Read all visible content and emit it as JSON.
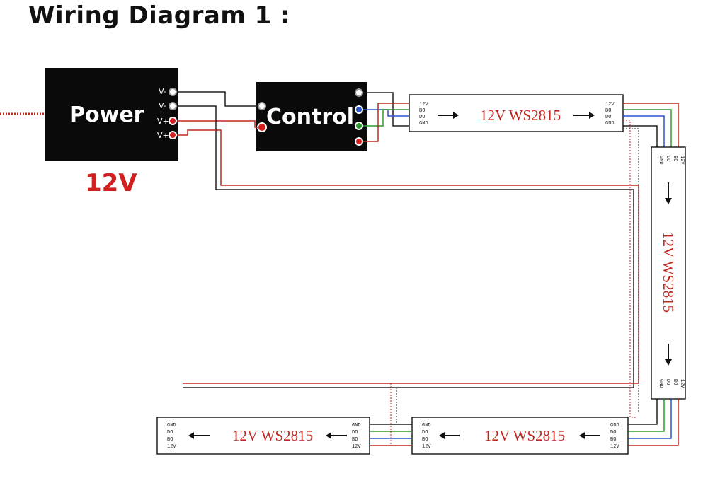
{
  "title": "Wiring Diagram 1 :",
  "power": {
    "label": "Power",
    "voltage": "12V",
    "pins": [
      "V-",
      "V-",
      "V+",
      "V+"
    ]
  },
  "control": {
    "label": "Control"
  },
  "strips": [
    {
      "name": "strip-top",
      "label": "12V WS2815",
      "pins_in": [
        "12V",
        "BO",
        "DO",
        "GND"
      ],
      "pins_out": [
        "12V",
        "BO",
        "DO",
        "GND"
      ]
    },
    {
      "name": "strip-right",
      "label": "12V WS2815",
      "pins_in": [
        "GND",
        "DO",
        "BO",
        "12V"
      ],
      "pins_out": [
        "GND",
        "DO",
        "BO",
        "12V"
      ]
    },
    {
      "name": "strip-bottom-right",
      "label": "12V WS2815",
      "pins_in": [
        "GND",
        "DO",
        "BO",
        "12V"
      ],
      "pins_out": [
        "GND",
        "DO",
        "BO",
        "12V"
      ]
    },
    {
      "name": "strip-bottom-left",
      "label": "12V WS2815",
      "pins_in": [
        "GND",
        "DO",
        "BO",
        "12V"
      ],
      "pins_out": [
        "GND",
        "DO",
        "BO",
        "12V"
      ]
    }
  ],
  "colors": {
    "wire_red": "#c0281f",
    "wire_black": "#222222",
    "wire_green": "#2e9e2e",
    "wire_blue": "#2b55c8",
    "box_fill": "#0a0a0a",
    "text_red": "#d22020"
  }
}
